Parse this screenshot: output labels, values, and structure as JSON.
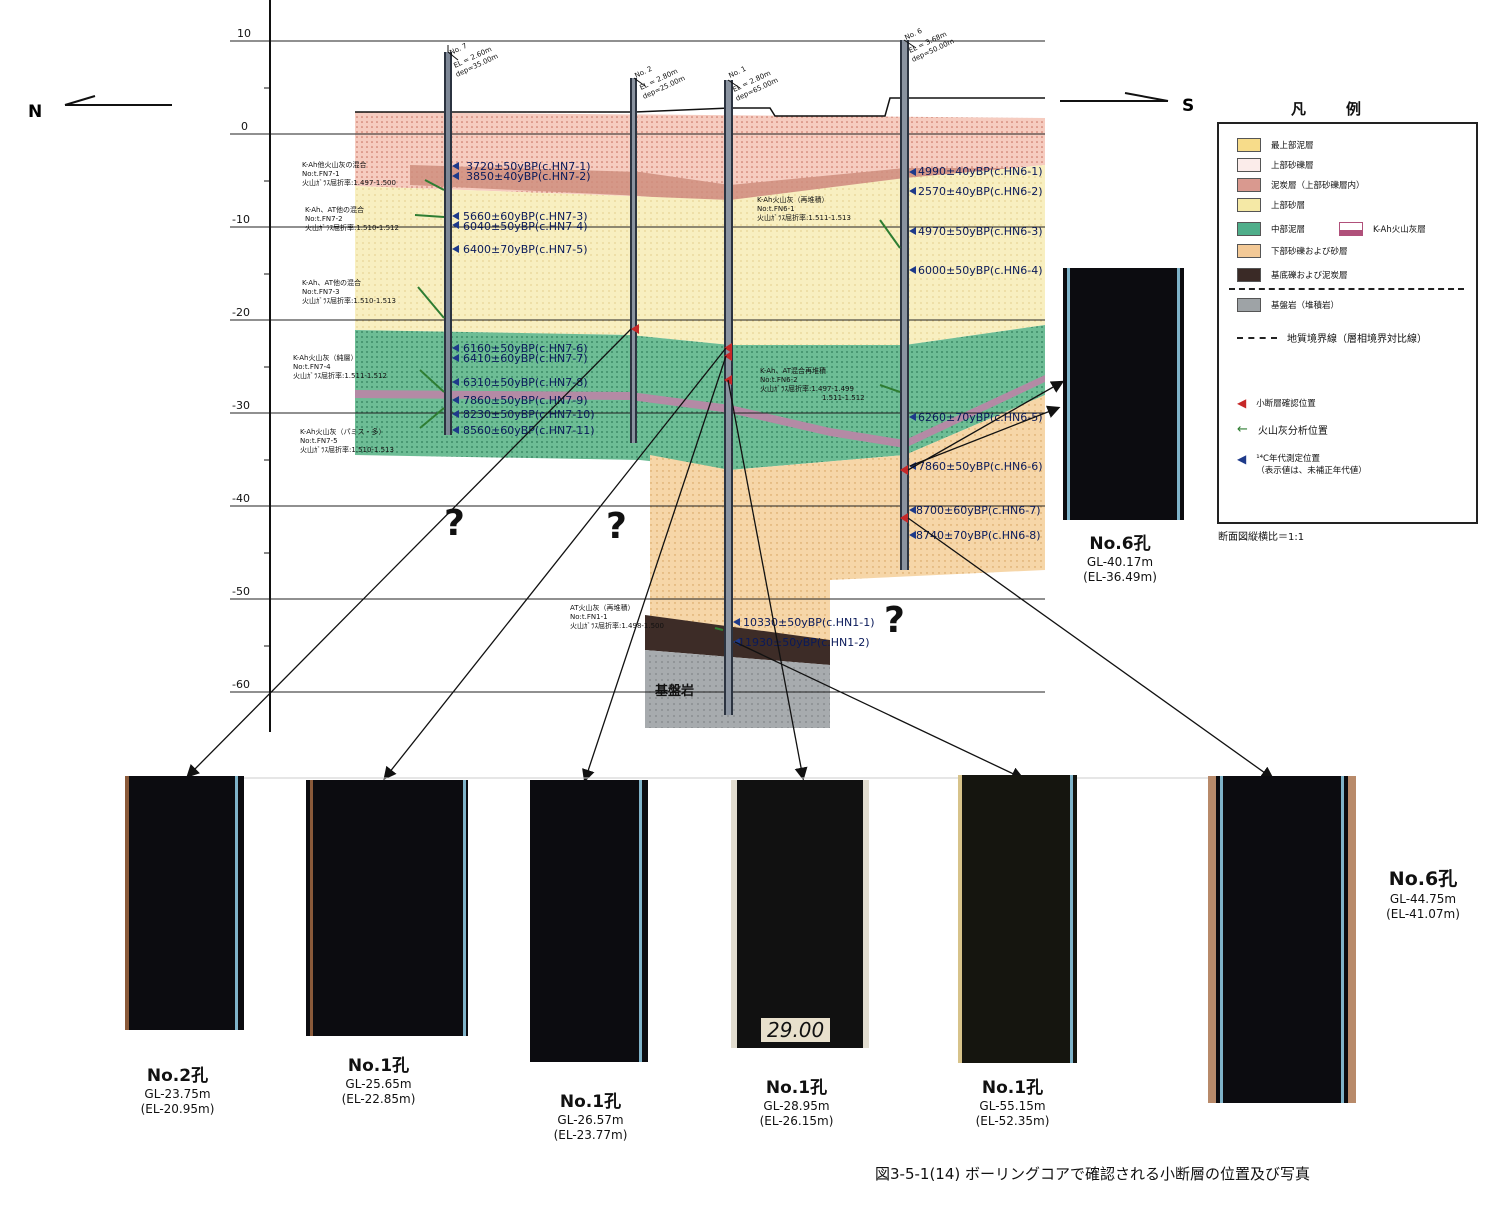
{
  "direction": {
    "north": "N",
    "south": "S"
  },
  "elevation_ticks": [
    "10",
    "0",
    "-10",
    "-20",
    "-30",
    "-40",
    "-50",
    "-60"
  ],
  "boreholes": [
    {
      "id": "No. 7",
      "el": "EL = 2.60m",
      "dep": "dep=35.00m"
    },
    {
      "id": "No. 2",
      "el": "EL = 2.80m",
      "dep": "dep=25.00m"
    },
    {
      "id": "No. 1",
      "el": "EL = 2.80m",
      "dep": "dep=65.00m"
    },
    {
      "id": "No. 6",
      "el": "EL = 3.68m",
      "dep": "dep=50.00m"
    }
  ],
  "c14_dates": {
    "hn7": [
      "3720±50yBP(c.HN7-1)",
      "3850±40yBP(c.HN7-2)",
      "5660±60yBP(c.HN7-3)",
      "6040±50yBP(c.HN7-4)",
      "6400±70yBP(c.HN7-5)",
      "6160±50yBP(c.HN7-6)",
      "6410±60yBP(c.HN7-7)",
      "6310±50yBP(c.HN7-8)",
      "7860±50yBP(c.HN7-9)",
      "8230±50yBP(c.HN7-10)",
      "8560±60yBP(c.HN7-11)"
    ],
    "hn6": [
      "4990±40yBP(c.HN6-1)",
      "2570±40yBP(c.HN6-2)",
      "4970±50yBP(c.HN6-3)",
      "6000±50yBP(c.HN6-4)",
      "6260±70yBP(c.HN6-5)",
      "7860±50yBP(c.HN6-6)",
      "8700±60yBP(c.HN6-7)",
      "8740±70yBP(c.HN6-8)"
    ],
    "hn1": [
      "10330±50yBP(c.HN1-1)",
      "11930±50yBP(c.HN1-2)"
    ]
  },
  "ash_samples": [
    {
      "title": "K-Ah他火山灰の混合",
      "no": "No:t.FN7-1",
      "ri": "火山ｶﾞﾗｽ屈折率:1.497-1.500"
    },
    {
      "title": "K-Ah、AT他の混合",
      "no": "No:t.FN7-2",
      "ri": "火山ｶﾞﾗｽ屈折率:1.510-1.512"
    },
    {
      "title": "K-Ah、AT他の混合",
      "no": "No:t.FN7-3",
      "ri": "火山ｶﾞﾗｽ屈折率:1.510-1.513"
    },
    {
      "title": "K-Ah火山灰（純層）",
      "no": "No:t.FN7-4",
      "ri": "火山ｶﾞﾗｽ屈折率:1.511-1.512"
    },
    {
      "title": "K-Ah火山灰（パミス・多）",
      "no": "No:t.FN7-5",
      "ri": "火山ｶﾞﾗｽ屈折率:1.510-1.513"
    },
    {
      "title": "K-Ah火山灰（再堆積）",
      "no": "No:t.FN6-1",
      "ri": "火山ｶﾞﾗｽ屈折率:1.511-1.513"
    },
    {
      "title": "K-Ah、AT混合再堆積",
      "no": "No:t.FN6-2",
      "ri": "火山ｶﾞﾗｽ屈折率:1.497-1.499",
      "ri2": "1.511-1.512"
    },
    {
      "title": "AT火山灰（再堆積）",
      "no": "No:t.FN1-1",
      "ri": "火山ｶﾞﾗｽ屈折率:1.498-1.500"
    }
  ],
  "question_mark": "?",
  "bedrock_label": "基盤岩",
  "legend": {
    "title_a": "凡",
    "title_b": "例",
    "items": [
      {
        "label": "最上部泥層",
        "color": "#f7dc8a"
      },
      {
        "label": "上部砂礫層",
        "color": "#fbecea"
      },
      {
        "label": "泥炭層（上部砂礫層内）",
        "color": "#d9998f"
      },
      {
        "label": "上部砂層",
        "color": "#f5e9a6"
      },
      {
        "label": "中部泥層",
        "color": "#4fae8a"
      },
      {
        "label": "K-Ah火山灰層",
        "color": "#b0507a"
      },
      {
        "label": "下部砂礫および砂層",
        "color": "#f3c996"
      },
      {
        "label": "基底礫および泥炭層",
        "color": "#3a2a26"
      },
      {
        "label": "基盤岩（堆積岩）",
        "color": "#9ea3a6"
      },
      {
        "label": "地質境界線（層相境界対比線）"
      },
      {
        "label": "小断層確認位置"
      },
      {
        "label": "火山灰分析位置"
      },
      {
        "label": "¹⁴C年代測定位置",
        "label2": "（表示値は、未補正年代値）"
      }
    ]
  },
  "scale_note": "断面図縦横比＝1:1",
  "core_photo_number": "29.00",
  "photos": [
    {
      "hole": "No.2孔",
      "gl": "GL-23.75m",
      "el": "(EL-20.95m)"
    },
    {
      "hole": "No.1孔",
      "gl": "GL-25.65m",
      "el": "(EL-22.85m)"
    },
    {
      "hole": "No.1孔",
      "gl": "GL-26.57m",
      "el": "(EL-23.77m)"
    },
    {
      "hole": "No.1孔",
      "gl": "GL-28.95m",
      "el": "(EL-26.15m)"
    },
    {
      "hole": "No.1孔",
      "gl": "GL-55.15m",
      "el": "(EL-52.35m)"
    },
    {
      "hole": "No.6孔",
      "gl": "GL-44.75m",
      "el": "(EL-41.07m)"
    },
    {
      "hole": "No.6孔",
      "gl": "GL-40.17m",
      "el": "(EL-36.49m)"
    }
  ],
  "caption": "図3-5-1(14) ボーリングコアで確認される小断層の位置及び写真"
}
